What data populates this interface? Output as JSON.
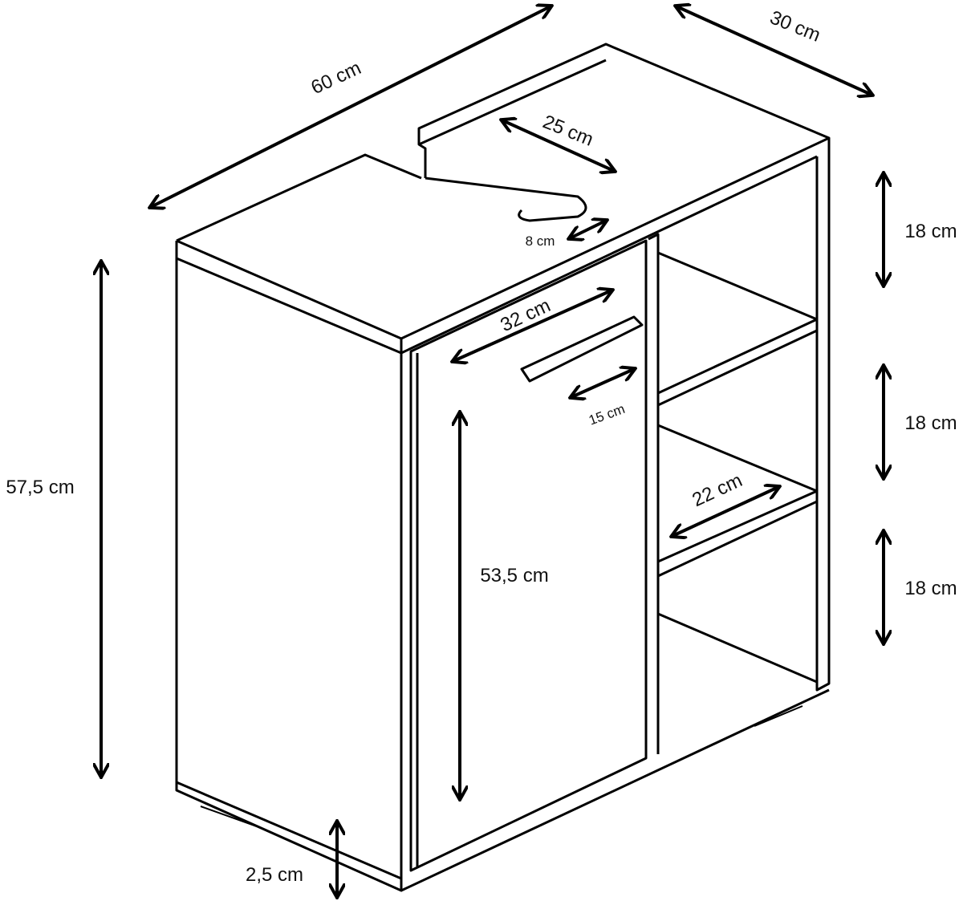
{
  "title": "Cabinet dimension drawing",
  "colors": {
    "line": "#000000",
    "background": "#ffffff"
  },
  "dimensions": {
    "width": "60 cm",
    "depth": "30 cm",
    "cutout_width": "25 cm",
    "cutout_depth": "8 cm",
    "door_width": "32 cm",
    "handle_length": "15 cm",
    "shelf_height_1": "18 cm",
    "shelf_height_2": "18 cm",
    "shelf_height_3": "18 cm",
    "shelf_depth": "22 cm",
    "total_height": "57,5 cm",
    "door_height": "53,5 cm",
    "feet_height": "2,5 cm"
  }
}
